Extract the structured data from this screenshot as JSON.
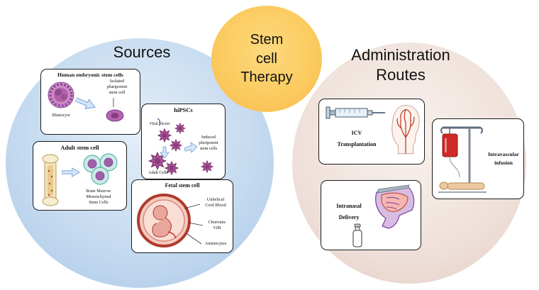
{
  "center_circle": {
    "title": "Stem\ncell\nTherapy"
  },
  "sources": {
    "heading": "Sources",
    "embryonic": {
      "title": "Human embryonic stem cells",
      "isolated_label": "Isolated\npluripotent\nstem cell",
      "blastocyst_label": "Blastocyst"
    },
    "hipsc": {
      "title": "hiPSCs",
      "viral_label": "Viral Vector",
      "induced_label": "Induced\npluripotent\nstem cells",
      "adult_cells_label": "Adult Cells"
    },
    "adult": {
      "title": "Adult stem cell",
      "bone_marrow_label": "Bone Marrow\nMesenchymal\nStem Cells"
    },
    "fetal": {
      "title": "Fetal stem cell",
      "cord_blood_label": "Unbelical\nCord Blood",
      "chorionic_label": "Chorionic\nVilli",
      "amniocytes_label": "Amniocytes"
    }
  },
  "routes": {
    "heading": "Administration\nRoutes",
    "icv": {
      "label": "ICV\nTransplantation"
    },
    "intravascular": {
      "label": "Intravascular\ninfusion"
    },
    "intranasal": {
      "label": "Intranasal\nDelivery"
    }
  },
  "colors": {
    "sources_circle": "#b9d4ec",
    "routes_circle": "#eee0d9",
    "center_circle": "#fbca5e",
    "cell_purple": "#b0589f",
    "vessel_red": "#c0392b"
  }
}
